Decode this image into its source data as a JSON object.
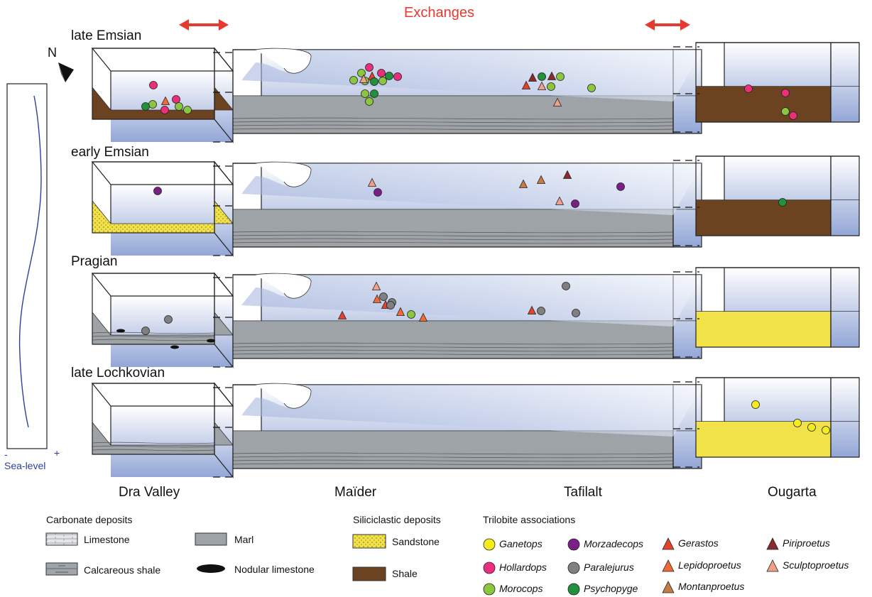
{
  "title": "Exchanges",
  "compass": "N",
  "stages": [
    "late Emsian",
    "early Emsian",
    "Pragian",
    "late Lochkovian"
  ],
  "regions": [
    "Dra Valley",
    "Maïder",
    "Tafilalt",
    "Ougarta"
  ],
  "sea_level": {
    "label": "Sea-level",
    "minus": "-",
    "plus": "+"
  },
  "legend": {
    "carbonate_title": "Carbonate deposits",
    "siliciclastic_title": "Siliciclastic deposits",
    "trilobite_title": "Trilobite associations",
    "lithologies": {
      "limestone": "Limestone",
      "calcareous_shale": "Calcareous shale",
      "marl": "Marl",
      "nodular_limestone": "Nodular limestone",
      "sandstone": "Sandstone",
      "shale": "Shale"
    },
    "taxa": [
      {
        "name": "Ganetops",
        "shape": "circle",
        "color": "#f5ec1e"
      },
      {
        "name": "Hollardops",
        "shape": "circle",
        "color": "#ec2f7a"
      },
      {
        "name": "Morocops",
        "shape": "circle",
        "color": "#8cc63f"
      },
      {
        "name": "Morzadecops",
        "shape": "circle",
        "color": "#7a1f86"
      },
      {
        "name": "Paralejurus",
        "shape": "circle",
        "color": "#808080"
      },
      {
        "name": "Psychopyge",
        "shape": "circle",
        "color": "#21913d"
      },
      {
        "name": "Gerastos",
        "shape": "triangle",
        "color": "#e4422b"
      },
      {
        "name": "Lepidoproetus",
        "shape": "triangle",
        "color": "#f06a36"
      },
      {
        "name": "Montanproetus",
        "shape": "triangle",
        "color": "#c57b43"
      },
      {
        "name": "Piriproetus",
        "shape": "triangle",
        "color": "#8b2a2a"
      },
      {
        "name": "Sculptoproetus",
        "shape": "triangle",
        "color": "#f0a088"
      }
    ]
  },
  "colors": {
    "exchanges": "#e8392f",
    "sea_level_line": "#2d3f9e",
    "marl": "#9ea3a8",
    "limestone": "#dde0e3",
    "sandstone": "#f1e24a",
    "shale": "#6b4320",
    "water": "#a9b9dd"
  }
}
